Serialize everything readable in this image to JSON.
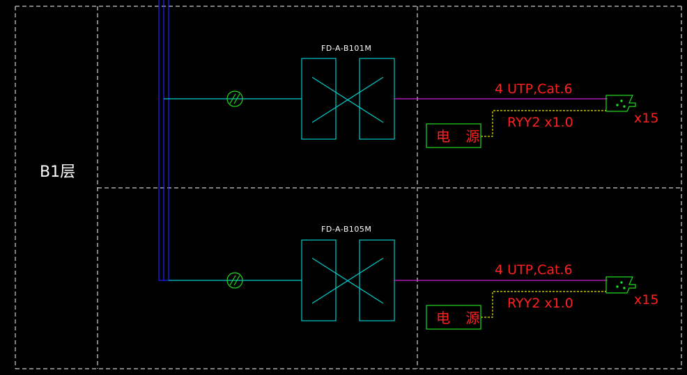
{
  "floor_label": "B1层",
  "groups": [
    {
      "panel_label": "FD-A-B101M",
      "cable_label": "4 UTP,Cat.6",
      "power_cable_label": "RYY2 x1.0",
      "power_label": "电 源",
      "count_label": "x15"
    },
    {
      "panel_label": "FD-A-B105M",
      "cable_label": "4 UTP,Cat.6",
      "power_cable_label": "RYY2 x1.0",
      "power_label": "电 源",
      "count_label": "x15"
    }
  ],
  "colors": {
    "background": "#000000",
    "grid": "#ffffff",
    "riser": "#2222ff",
    "backbone": "#00cccc",
    "utp": "#d020d0",
    "power_line": "#e6e600",
    "equipment": "#20dd20",
    "text_red": "#ff2020"
  }
}
